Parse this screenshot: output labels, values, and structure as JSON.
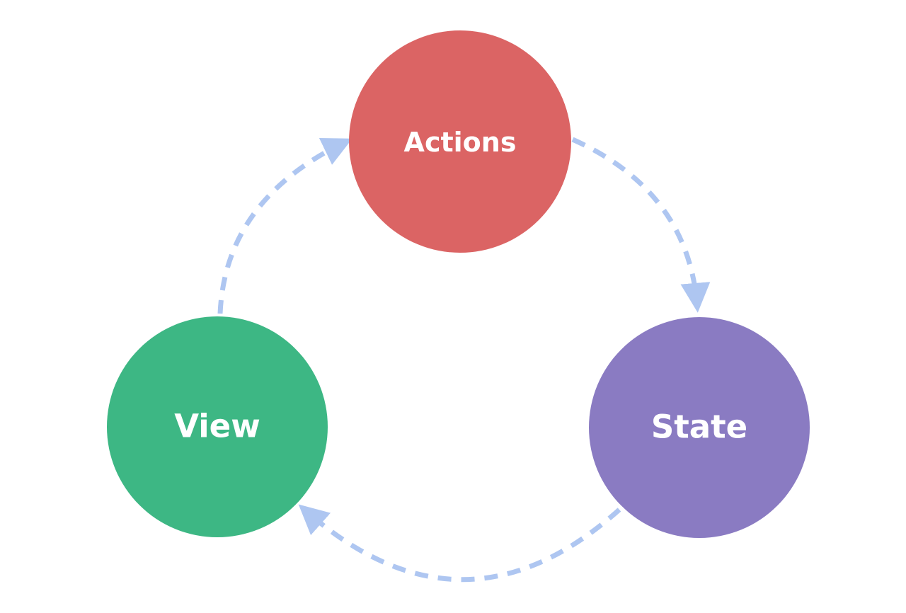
{
  "diagram": {
    "description": "Unidirectional data flow cycle diagram",
    "background": "#ffffff",
    "label_color": "#ffffff",
    "arrow_color": "#aec6f1",
    "nodes": [
      {
        "id": "actions",
        "label": "Actions",
        "color": "#db6464"
      },
      {
        "id": "state",
        "label": "State",
        "color": "#8a7bc2"
      },
      {
        "id": "view",
        "label": "View",
        "color": "#3db784"
      }
    ],
    "edges": [
      {
        "from": "view",
        "to": "actions",
        "style": "dashed-arrow"
      },
      {
        "from": "actions",
        "to": "state",
        "style": "dashed-arrow"
      },
      {
        "from": "state",
        "to": "view",
        "style": "dashed-arrow"
      }
    ]
  }
}
